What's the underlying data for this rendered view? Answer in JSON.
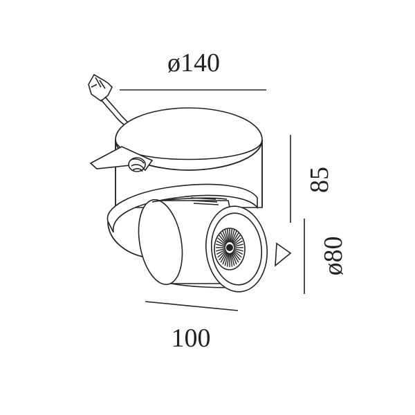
{
  "dimensions": {
    "diameter_top": "ø140",
    "height": "85",
    "diameter_lens": "ø80",
    "depth": "100"
  },
  "colors": {
    "line": "#222222",
    "background": "#ffffff"
  }
}
